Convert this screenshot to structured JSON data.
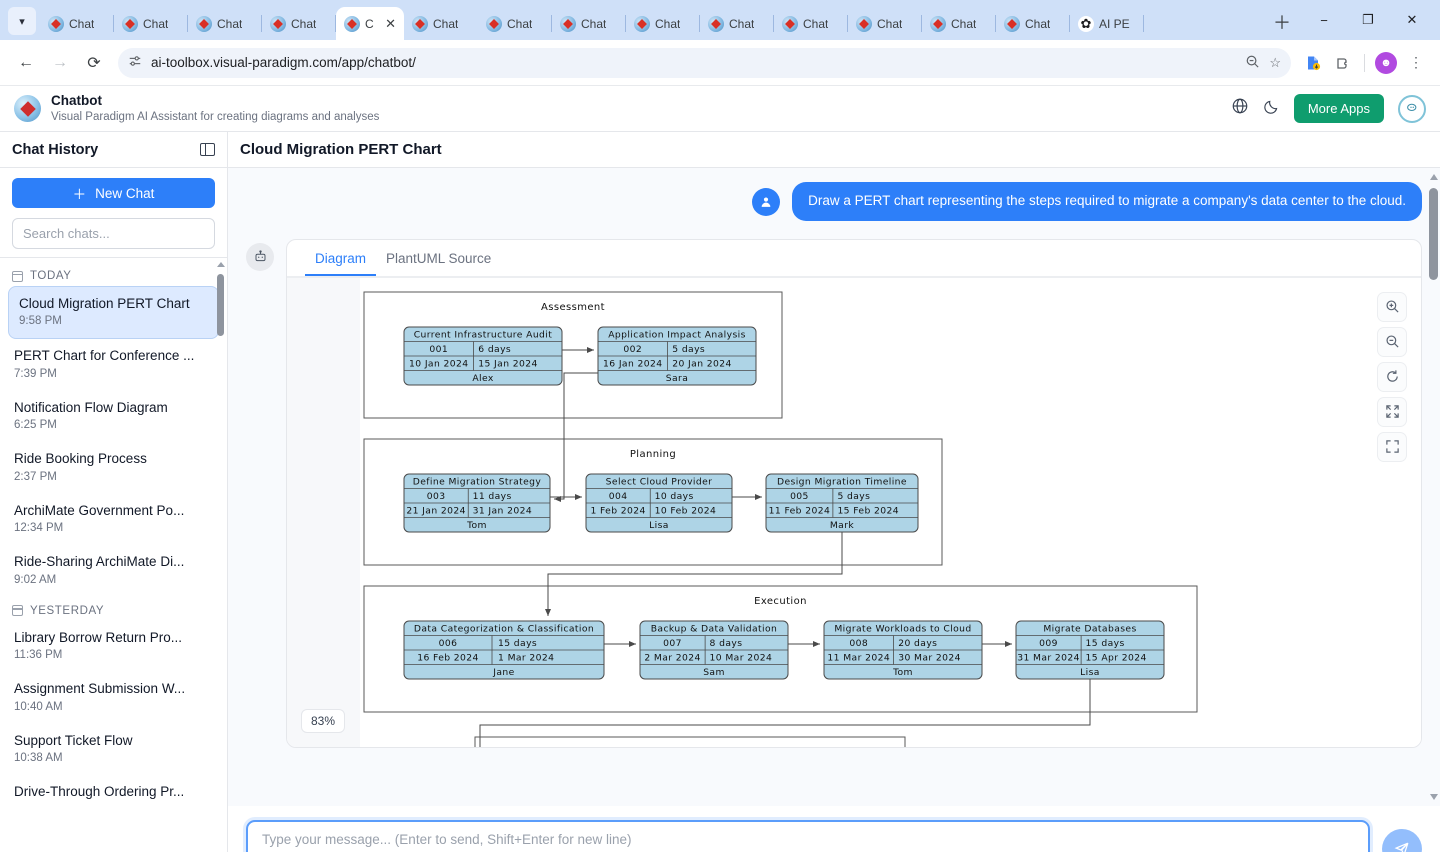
{
  "browser": {
    "tabs": [
      {
        "label": "Chat",
        "icon": "vp-favicon",
        "active": false
      },
      {
        "label": "Chat",
        "icon": "vp-favicon",
        "active": false
      },
      {
        "label": "Chat",
        "icon": "vp-favicon",
        "active": false
      },
      {
        "label": "Chat",
        "icon": "vp-favicon",
        "active": false
      },
      {
        "label": "C",
        "icon": "vp-favicon",
        "active": true
      },
      {
        "label": "Chat",
        "icon": "vp-favicon",
        "active": false
      },
      {
        "label": "Chat",
        "icon": "vp-favicon",
        "active": false
      },
      {
        "label": "Chat",
        "icon": "vp-favicon",
        "active": false
      },
      {
        "label": "Chat",
        "icon": "vp-favicon",
        "active": false
      },
      {
        "label": "Chat",
        "icon": "vp-favicon",
        "active": false
      },
      {
        "label": "Chat",
        "icon": "vp-favicon",
        "active": false
      },
      {
        "label": "Chat",
        "icon": "vp-favicon",
        "active": false
      },
      {
        "label": "Chat",
        "icon": "vp-favicon",
        "active": false
      },
      {
        "label": "Chat",
        "icon": "vp-favicon",
        "active": false
      },
      {
        "label": "AI PE",
        "icon": "openai-favicon",
        "active": false
      }
    ],
    "tab_list_icon": "chevron-down-icon",
    "new_tab_icon": "plus-icon",
    "close_icon": "close-icon",
    "window": {
      "minimize": "−",
      "maximize": "❐",
      "close": "✕"
    },
    "nav": {
      "back": "←",
      "forward": "→",
      "reload": "⟳"
    },
    "url": "ai-toolbox.visual-paradigm.com/app/chatbot/",
    "site_settings_icon": "tune-icon",
    "omni_zoom_icon": "zoom-out-icon",
    "bookmark_icon": "star-icon",
    "downloads_icon": "download-doc-icon",
    "extensions_icon": "extensions-icon",
    "profile_icon": "profile-avatar-icon",
    "menu_icon": "kebab-menu-icon"
  },
  "app": {
    "logo": "visual-paradigm-logo",
    "title": "Chatbot",
    "subtitle": "Visual Paradigm AI Assistant for creating diagrams and analyses",
    "globe_icon": "globe-icon",
    "theme_icon": "moon-icon",
    "more_apps_label": "More Apps",
    "support_icon": "chat-bubble-icon"
  },
  "sidebar": {
    "title": "Chat History",
    "collapse_icon": "panel-collapse-icon",
    "new_chat_label": "New Chat",
    "new_chat_icon": "plus-icon",
    "search_placeholder": "Search chats...",
    "groups": [
      {
        "label": "TODAY",
        "icon": "calendar-icon",
        "items": [
          {
            "title": "Cloud Migration PERT Chart",
            "time": "9:58 PM",
            "active": true
          },
          {
            "title": "PERT Chart for Conference ...",
            "time": "7:39 PM",
            "active": false
          },
          {
            "title": "Notification Flow Diagram",
            "time": "6:25 PM",
            "active": false
          },
          {
            "title": "Ride Booking Process",
            "time": "2:37 PM",
            "active": false
          },
          {
            "title": "ArchiMate Government Po...",
            "time": "12:34 PM",
            "active": false
          },
          {
            "title": "Ride-Sharing ArchiMate Di...",
            "time": "9:02 AM",
            "active": false
          }
        ]
      },
      {
        "label": "YESTERDAY",
        "icon": "calendar-icon",
        "items": [
          {
            "title": "Library Borrow Return Pro...",
            "time": "11:36 PM",
            "active": false
          },
          {
            "title": "Assignment Submission W...",
            "time": "10:40 AM",
            "active": false
          },
          {
            "title": "Support Ticket Flow",
            "time": "10:38 AM",
            "active": false
          },
          {
            "title": "Drive-Through Ordering Pr...",
            "time": "",
            "active": false
          }
        ]
      }
    ]
  },
  "main": {
    "title": "Cloud Migration PERT Chart",
    "user_message": "Draw a PERT chart representing the steps required to migrate a company's data center to the cloud.",
    "user_avatar_icon": "person-icon",
    "bot_avatar_icon": "robot-icon",
    "tabs": [
      {
        "label": "Diagram",
        "active": true
      },
      {
        "label": "PlantUML Source",
        "active": false
      }
    ],
    "zoom_level": "83%",
    "zoom_tools": [
      {
        "name": "zoom-in-icon"
      },
      {
        "name": "zoom-out-icon"
      },
      {
        "name": "reset-zoom-icon"
      },
      {
        "name": "fit-screen-icon"
      },
      {
        "name": "fullscreen-icon"
      }
    ]
  },
  "composer": {
    "placeholder": "Type your message... (Enter to send, Shift+Enter for new line)",
    "value": "",
    "send_icon": "send-paper-plane-icon"
  },
  "chart_data": {
    "type": "diagram",
    "diagram_type": "PERT chart",
    "title": "Cloud Migration PERT Chart",
    "node_fill": "#aed4e6",
    "node_stroke": "#4a4a4a",
    "swimlanes": [
      {
        "name": "Assessment",
        "tasks": [
          {
            "name": "Current Infrastructure Audit",
            "id": "001",
            "duration": "6 days",
            "start": "10 Jan 2024",
            "end": "15 Jan 2024",
            "owner": "Alex"
          },
          {
            "name": "Application Impact Analysis",
            "id": "002",
            "duration": "5 days",
            "start": "16 Jan 2024",
            "end": "20 Jan 2024",
            "owner": "Sara"
          }
        ]
      },
      {
        "name": "Planning",
        "tasks": [
          {
            "name": "Define Migration Strategy",
            "id": "003",
            "duration": "11 days",
            "start": "21 Jan 2024",
            "end": "31 Jan 2024",
            "owner": "Tom"
          },
          {
            "name": "Select Cloud Provider",
            "id": "004",
            "duration": "10 days",
            "start": "1 Feb 2024",
            "end": "10 Feb 2024",
            "owner": "Lisa"
          },
          {
            "name": "Design Migration Timeline",
            "id": "005",
            "duration": "5 days",
            "start": "11 Feb 2024",
            "end": "15 Feb 2024",
            "owner": "Mark"
          }
        ]
      },
      {
        "name": "Execution",
        "tasks": [
          {
            "name": "Data Categorization & Classification",
            "id": "006",
            "duration": "15 days",
            "start": "16 Feb 2024",
            "end": "1 Mar 2024",
            "owner": "Jane"
          },
          {
            "name": "Backup & Data Validation",
            "id": "007",
            "duration": "8 days",
            "start": "2 Mar 2024",
            "end": "10 Mar 2024",
            "owner": "Sam"
          },
          {
            "name": "Migrate Workloads to Cloud",
            "id": "008",
            "duration": "20 days",
            "start": "11 Mar 2024",
            "end": "30 Mar 2024",
            "owner": "Tom"
          },
          {
            "name": "Migrate Databases",
            "id": "009",
            "duration": "15 days",
            "start": "31 Mar 2024",
            "end": "15 Apr 2024",
            "owner": "Lisa"
          }
        ]
      }
    ],
    "edges": [
      {
        "from": "001",
        "to": "002"
      },
      {
        "from": "002",
        "to": "003"
      },
      {
        "from": "003",
        "to": "004"
      },
      {
        "from": "004",
        "to": "005"
      },
      {
        "from": "005",
        "to": "006"
      },
      {
        "from": "006",
        "to": "007"
      },
      {
        "from": "007",
        "to": "008"
      },
      {
        "from": "008",
        "to": "009"
      }
    ]
  }
}
